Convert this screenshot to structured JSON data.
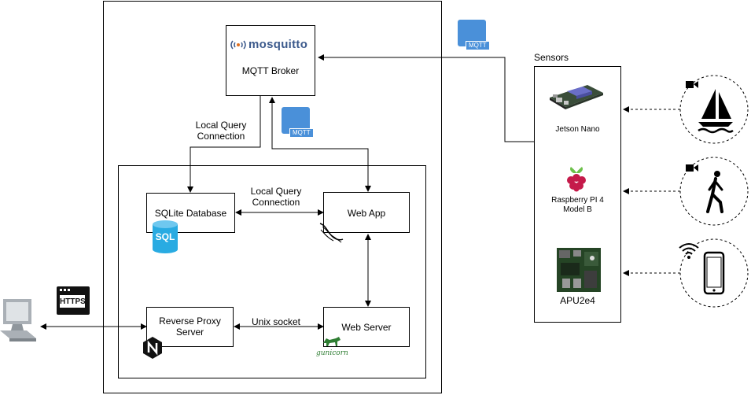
{
  "broker": {
    "logo_text": "mosquitto",
    "label": "MQTT Broker"
  },
  "edges": {
    "broker_to_db": "Local Query\nConnection",
    "db_to_webapp": "Local Query\nConnection",
    "proxy_to_webserver": "Unix socket"
  },
  "nodes": {
    "sqlite": "SQLite Database",
    "webapp": "Web App",
    "reverse_proxy": "Reverse Proxy\nServer",
    "web_server": "Web Server"
  },
  "icons": {
    "mqtt_badge": "MQTT",
    "sql_badge": "SQL",
    "https_badge": "HTTPS",
    "gunicorn": "gunicorn"
  },
  "sensors": {
    "title": "Sensors",
    "items": [
      {
        "label": "Jetson Nano"
      },
      {
        "label": "Raspberry PI 4\nModel B"
      },
      {
        "label": "APU2e4"
      }
    ]
  },
  "colors": {
    "mqtt_blue": "#4a90d9",
    "sql_blue": "#29abe2",
    "raspberry_red": "#c51a4a",
    "nginx_green": "#009639",
    "gunicorn_green": "#2e7d32"
  }
}
